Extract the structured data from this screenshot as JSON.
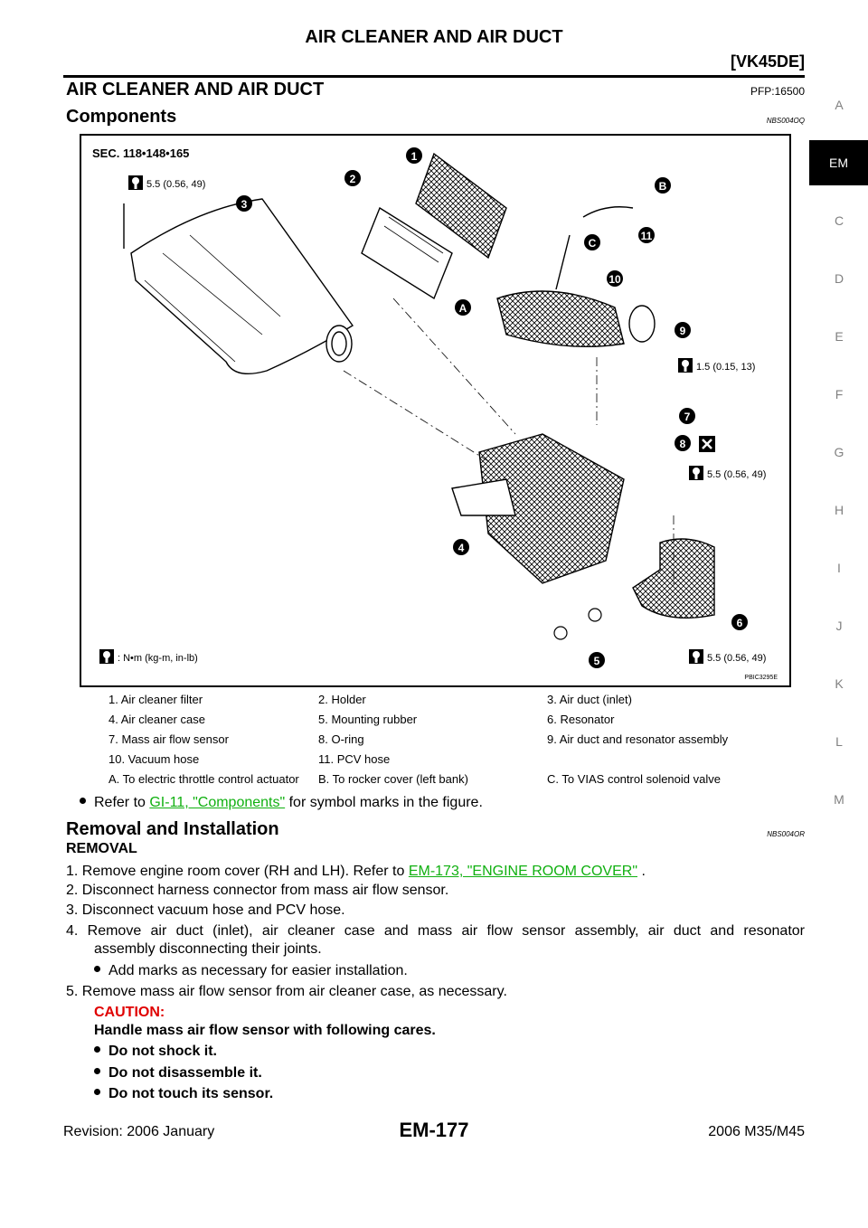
{
  "header": {
    "title": "AIR CLEANER AND AIR DUCT",
    "subtitle": "[VK45DE]"
  },
  "section": {
    "title": "AIR CLEANER AND AIR DUCT",
    "pfp": "PFP:16500"
  },
  "components": {
    "title": "Components",
    "code": "NBS004OQ"
  },
  "sidebar": {
    "letters": [
      "A",
      "EM",
      "C",
      "D",
      "E",
      "F",
      "G",
      "H",
      "I",
      "J",
      "K",
      "L",
      "M"
    ]
  },
  "figure": {
    "sec": "SEC. 118•148•165",
    "torque_top": "5.5 (0.56, 49)",
    "torque_1": "1.5 (0.15, 13)",
    "torque_2": "5.5 (0.56, 49)",
    "torque_3": "5.5 (0.56, 49)",
    "unit": ": N•m (kg-m, in-lb)",
    "code": "PBIC3295E",
    "callouts": [
      "1",
      "2",
      "3",
      "4",
      "5",
      "6",
      "7",
      "8",
      "9",
      "10",
      "11",
      "A",
      "B",
      "C"
    ]
  },
  "parts": [
    [
      "1. Air cleaner filter",
      "2. Holder",
      "3. Air duct (inlet)"
    ],
    [
      "4. Air cleaner case",
      "5. Mounting rubber",
      "6. Resonator"
    ],
    [
      "7. Mass air flow sensor",
      "8. O-ring",
      "9. Air duct and resonator assembly"
    ],
    [
      "10. Vacuum hose",
      "11. PCV hose",
      ""
    ],
    [
      "A. To electric throttle control actuator",
      "B. To rocker cover (left bank)",
      "C. To VIAS control solenoid valve"
    ]
  ],
  "note": {
    "pre": "Refer to ",
    "link": "GI-11, \"Components\"",
    "post": " for symbol marks in the figure."
  },
  "removal": {
    "title": "Removal and Installation",
    "code": "NBS004OR",
    "subtitle": "REMOVAL",
    "step1_pre": "1. Remove engine room cover (RH and LH). Refer to ",
    "step1_link": "EM-173, \"ENGINE ROOM COVER\"",
    "step1_post": " .",
    "step2": "2. Disconnect harness connector from mass air flow sensor.",
    "step3": "3. Disconnect vacuum hose and PCV hose.",
    "step4a": "4. Remove air duct (inlet), air cleaner case and mass air flow sensor assembly, air duct and resonator",
    "step4b": "assembly disconnecting their joints.",
    "step4_note": "Add marks as necessary for easier installation.",
    "step5": "5. Remove mass air flow sensor from air cleaner case, as necessary.",
    "caution_head": "CAUTION:",
    "caution_text": "Handle mass air flow sensor with following cares.",
    "cautions": [
      "Do not shock it.",
      "Do not disassemble it.",
      "Do not touch its sensor."
    ]
  },
  "footer": {
    "revision": "Revision: 2006 January",
    "page": "EM-177",
    "model": "2006 M35/M45"
  }
}
